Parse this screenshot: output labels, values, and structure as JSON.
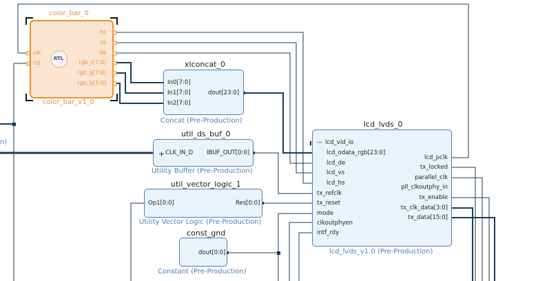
{
  "colors": {
    "wire": "#1a3a5a",
    "block_border": "#4a7fb5",
    "block_fill": "#e9f3fb",
    "rtl_border": "#f0902a",
    "rtl_fill": "#fbe4d2",
    "subtitle": "#4a7fb5"
  },
  "color_bar": {
    "name": "color_bar_0",
    "subtitle": "color_bar_v1_0",
    "badge": "RTL",
    "inputs": [
      "clk",
      "rst"
    ],
    "outputs": [
      "hs",
      "vs",
      "de",
      "rgb_r[7:0]",
      "rgb_g[7:0]",
      "rgb_b[7:0]"
    ]
  },
  "xlconcat": {
    "name": "xlconcat_0",
    "subtitle": "Concat (Pre-Production)",
    "inputs": [
      "In0[7:0]",
      "In1[7:0]",
      "In2[7:0]"
    ],
    "output": "dout[23:0]"
  },
  "ds_buf": {
    "name": "util_ds_buf_0",
    "subtitle": "Utility Buffer (Pre-Production)",
    "input": "CLK_IN_D",
    "output": "IBUF_OUT[0:0]"
  },
  "vector_logic": {
    "name": "util_vector_logic_1",
    "subtitle": "Utility Vector Logic (Pre-Production)",
    "input": "Op1[0:0]",
    "output": "Res[0:0]"
  },
  "const_gnd": {
    "name": "const_gnd",
    "subtitle": "Constant (Pre-Production)",
    "output": "dout[0:0]"
  },
  "lcd_lvds": {
    "name": "lcd_lvds_0",
    "subtitle": "lcd_lvds_v1.0 (Pre-Production)",
    "inputs": [
      "lcd_vid_io",
      "lcd_odata_rgb[23:0]",
      "lcd_de",
      "lcd_vs",
      "lcd_hs",
      "tx_refclk",
      "tx_reset",
      "mode",
      "clkoutphyen",
      "intf_rdy"
    ],
    "outputs": [
      "lcd_pclk",
      "tx_locked",
      "parallel_clk",
      "pll_clkoutphy_in",
      "tx_enable",
      "tx_clk_data[3:0]",
      "tx_data[15:0]"
    ]
  },
  "edge_labels": {
    "left_cut": "n)"
  }
}
